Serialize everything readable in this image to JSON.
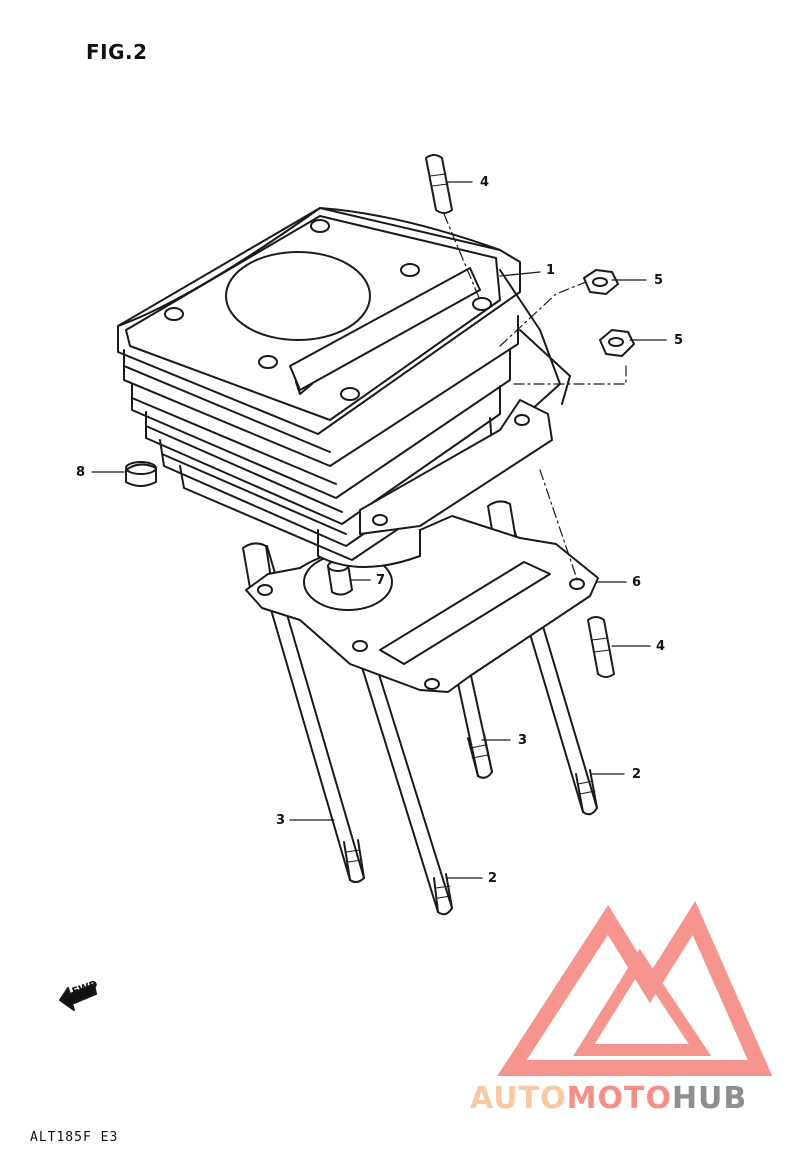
{
  "figure_title": "FIG.2",
  "drawing_code": "ALT185F E3",
  "forward_label": "FWD",
  "callouts": [
    {
      "id": "c1",
      "text": "1"
    },
    {
      "id": "c2a",
      "text": "2"
    },
    {
      "id": "c2b",
      "text": "2"
    },
    {
      "id": "c3a",
      "text": "3"
    },
    {
      "id": "c3b",
      "text": "3"
    },
    {
      "id": "c4a",
      "text": "4"
    },
    {
      "id": "c4b",
      "text": "4"
    },
    {
      "id": "c5a",
      "text": "5"
    },
    {
      "id": "c5b",
      "text": "5"
    },
    {
      "id": "c6",
      "text": "6"
    },
    {
      "id": "c7",
      "text": "7"
    },
    {
      "id": "c8",
      "text": "8"
    }
  ],
  "watermark": {
    "part1": "AUTO",
    "part2": "MOTO",
    "part3": "HUB",
    "colors": {
      "part1": "#f7c9a5",
      "part2": "#f48e86",
      "part3": "#8e8e8e",
      "logo": "#f4837b"
    }
  }
}
